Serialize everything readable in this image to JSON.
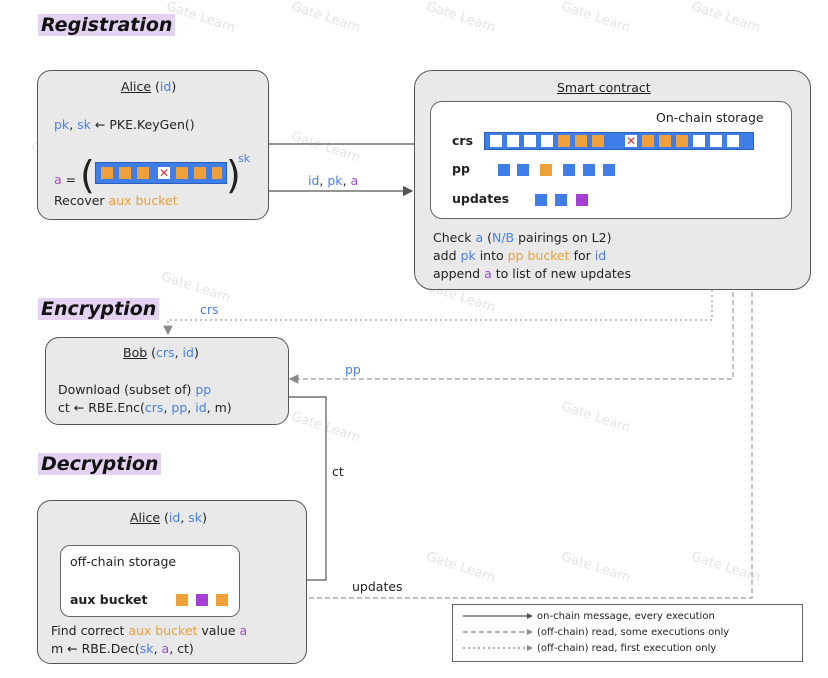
{
  "sections": {
    "registration": "Registration",
    "encryption": "Encryption",
    "decryption": "Decryption"
  },
  "alice_reg": {
    "title": "Alice",
    "id": "id",
    "keygen_pk": "pk",
    "keygen_sk": "sk",
    "keygen_rest": "← PKE.KeyGen()",
    "a_label": "a",
    "a_eq": "=",
    "sk_sup": "sk",
    "recover_text": "Recover",
    "recover_bucket": "aux bucket"
  },
  "smart_contract": {
    "title": "Smart contract",
    "storage_title": "On-chain storage",
    "crs": "crs",
    "pp": "pp",
    "updates": "updates",
    "check_line1_pre": "Check",
    "check_line1_a": "a",
    "check_line1_paren_open": "(",
    "check_line1_nb": "N/B",
    "check_line1_rest": "pairings on L2)",
    "check_line2_pre": "add",
    "check_line2_pk": "pk",
    "check_line2_mid": "into",
    "check_line2_bucket": "pp bucket",
    "check_line2_for": "for",
    "check_line2_id": "id",
    "check_line3_pre": "append",
    "check_line3_a": "a",
    "check_line3_rest": "to list of new updates"
  },
  "arrows": {
    "reg_label_id": "id",
    "reg_label_pk": "pk",
    "reg_label_a": "a",
    "crs_label": "crs",
    "pp_label": "pp",
    "ct_label": "ct",
    "updates_label": "updates"
  },
  "bob": {
    "title": "Bob",
    "crs": "crs",
    "id": "id",
    "download_pre": "Download (subset of)",
    "download_pp": "pp",
    "ct_pre": "ct ← RBE.Enc(",
    "ct_crs": "crs",
    "ct_pp": "pp",
    "ct_id": "id",
    "ct_m": "m)"
  },
  "alice_dec": {
    "title": "Alice",
    "id": "id",
    "sk": "sk",
    "offchain_title": "off-chain storage",
    "aux_bucket": "aux bucket",
    "find_pre": "Find correct",
    "find_bucket": "aux bucket",
    "find_value": "value",
    "find_a": "a",
    "dec_pre": "m ← RBE.Dec(",
    "dec_sk": "sk",
    "dec_a": "a",
    "dec_ct": "ct)"
  },
  "legend": {
    "solid": "on-chain message, every execution",
    "dashed": "(off-chain) read, some executions only",
    "dotted": "(off-chain) read, first execution only"
  },
  "watermark": "Gate Learn",
  "colors": {
    "blue": "#3f7de8",
    "orange": "#f0a03a",
    "purple": "#a440d4",
    "section_highlight": "#e4d2f2"
  }
}
